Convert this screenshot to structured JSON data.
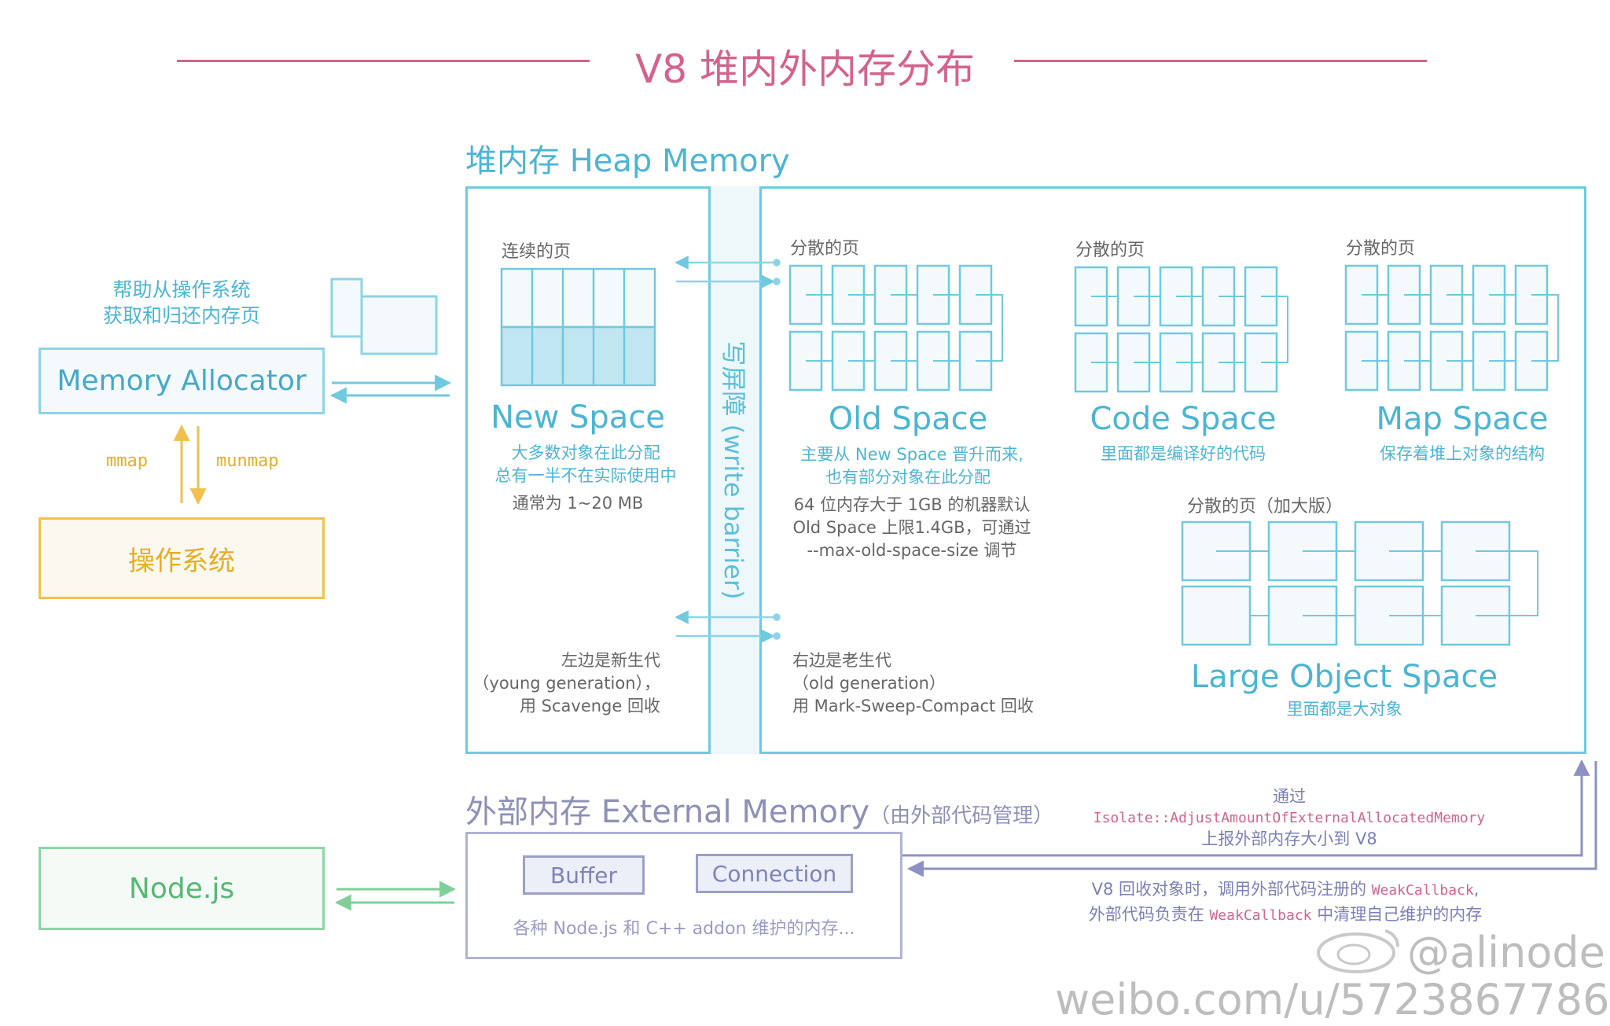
{
  "title": "V8 堆内外内存分布",
  "heap": {
    "title": "堆内存 Heap Memory",
    "write_barrier": "写屏障 (write barrier)",
    "new_space": {
      "pages_label": "连续的页",
      "name": "New Space",
      "desc_1": "大多数对象在此分配",
      "desc_2": "总有一半不在实际使用中",
      "size_note": "通常为 1~20 MB"
    },
    "old_space": {
      "pages_label": "分散的页",
      "name": "Old Space",
      "desc_1": "主要从 New Space 晋升而来,",
      "desc_2": "也有部分对象在此分配",
      "note_1": "64 位内存大于 1GB 的机器默认",
      "note_2": "Old Space 上限1.4GB，可通过",
      "note_3": "--max-old-space-size 调节"
    },
    "code_space": {
      "pages_label": "分散的页",
      "name": "Code Space",
      "desc": "里面都是编译好的代码"
    },
    "map_space": {
      "pages_label": "分散的页",
      "name": "Map Space",
      "desc": "保存着堆上对象的结构"
    },
    "large_object_space": {
      "pages_label": "分散的页（加大版）",
      "name": "Large Object Space",
      "desc": "里面都是大对象"
    },
    "young_note": {
      "line_1": "左边是新生代",
      "line_2": "（young generation），",
      "line_3": "用 Scavenge 回收"
    },
    "old_note": {
      "line_1": "右边是老生代",
      "line_2": "（old generation）",
      "line_3": "用 Mark-Sweep-Compact 回收"
    }
  },
  "allocator": {
    "help_1": "帮助从操作系统",
    "help_2": "获取和归还内存页",
    "label": "Memory Allocator",
    "mmap": "mmap",
    "munmap": "munmap"
  },
  "os": {
    "label": "操作系统"
  },
  "nodejs": {
    "label": "Node.js"
  },
  "external": {
    "title": "外部内存 External Memory",
    "subtitle": "（由外部代码管理）",
    "buffer": "Buffer",
    "connection": "Connection",
    "desc": "各种 Node.js 和 C++ addon 维护的内存...",
    "report_1": "通过",
    "report_api": "Isolate::AdjustAmountOfExternalAllocatedMemory",
    "report_3": "上报外部内存大小到 V8",
    "callback_1a": "V8 回收对象时，调用外部代码注册的 ",
    "callback_1b": "WeakCallback",
    "callback_1c": ",",
    "callback_2a": "外部代码负责在 ",
    "callback_2b": "WeakCallback",
    "callback_2c": " 中清理自己维护的内存"
  },
  "watermark": {
    "handle": "@alinode",
    "url": "weibo.com/u/5723867786"
  },
  "colors": {
    "title": "#d4628d",
    "heap": "#4bb5d3",
    "os": "#e6ad27",
    "node": "#56b873",
    "external": "#7b7fb7"
  }
}
